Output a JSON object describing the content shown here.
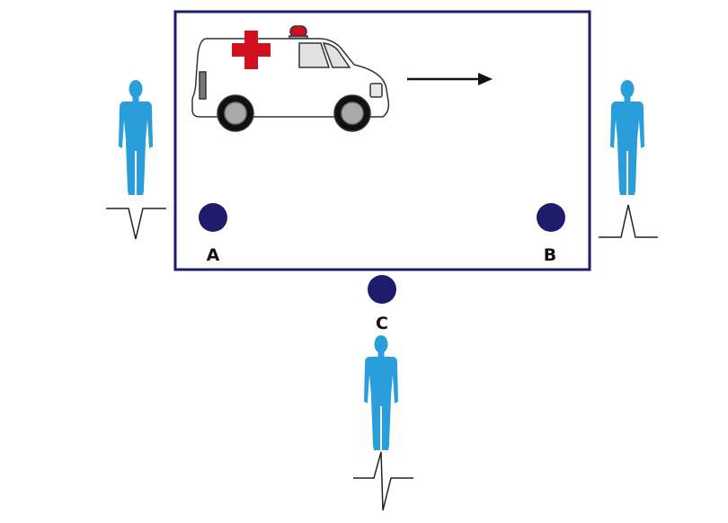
{
  "colors": {
    "frame": "#1f1d6b",
    "sensor": "#1f1d6b",
    "person": "#2a9ddb",
    "cross": "#d0101e",
    "siren": "#d0101e"
  },
  "sensors": [
    {
      "id": "A",
      "label": "A",
      "waveform": "negative-pulse"
    },
    {
      "id": "B",
      "label": "B",
      "waveform": "positive-pulse"
    },
    {
      "id": "C",
      "label": "C",
      "waveform": "bipolar-pulse"
    }
  ],
  "vehicle": {
    "icon": "ambulance-icon",
    "direction": "right"
  }
}
